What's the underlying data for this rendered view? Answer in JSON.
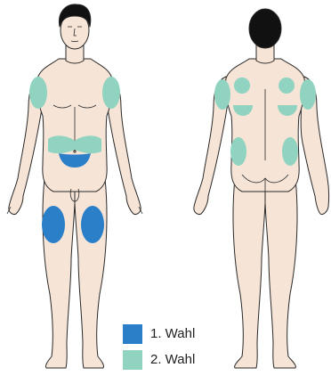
{
  "legend": [
    {
      "label": "1. Wahl",
      "color": "#2b7fc9"
    },
    {
      "label": "2. Wahl",
      "color": "#8fd3c0"
    }
  ],
  "colors": {
    "skin": "#f6e4d6",
    "outline": "#2a2a2a",
    "hair": "#111111",
    "first_choice": "#2b7fc9",
    "second_choice": "#8fd3c0"
  },
  "figures": [
    {
      "view": "front",
      "first_choice_sites": [
        "abdomen",
        "left-thigh",
        "right-thigh"
      ],
      "second_choice_sites": [
        "left-upper-arm",
        "right-upper-arm",
        "left-flank",
        "right-flank",
        "upper-abdomen"
      ]
    },
    {
      "view": "back",
      "first_choice_sites": [],
      "second_choice_sites": [
        "left-upper-arm",
        "right-upper-arm",
        "left-shoulder-blade",
        "right-shoulder-blade",
        "left-flank",
        "right-flank"
      ]
    }
  ]
}
